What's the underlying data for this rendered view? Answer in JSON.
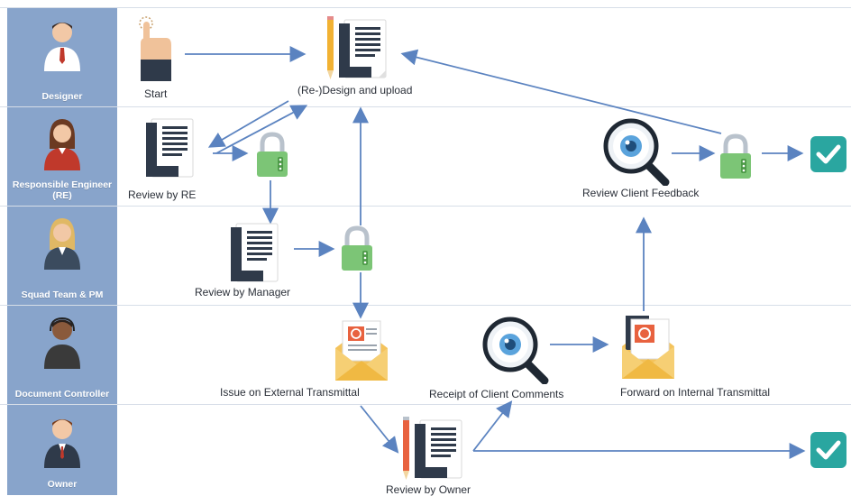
{
  "lanes": [
    {
      "title": "Designer",
      "avatar_icon": "male-tie-avatar-icon"
    },
    {
      "title": "Responsible Engineer (RE)",
      "avatar_icon": "female-avatar-icon"
    },
    {
      "title": "Squad Team & PM",
      "avatar_icon": "female-blonde-avatar-icon"
    },
    {
      "title": "Document Controller",
      "avatar_icon": "male-headset-avatar-icon"
    },
    {
      "title": "Owner",
      "avatar_icon": "male-suit-avatar-icon"
    }
  ],
  "steps": {
    "start": "Start",
    "redesign": "(Re-)Design and upload",
    "review_re": "Review by RE",
    "review_client_feedback": "Review Client Feedback",
    "review_manager": "Review by Manager",
    "issue_external": "Issue on External Transmittal",
    "receipt_comments": "Receipt of Client Comments",
    "forward_internal": "Forward on Internal Transmittal",
    "review_owner": "Review by Owner"
  },
  "colors": {
    "lane_header": "#88a4cb",
    "arrow": "#5b83c0",
    "lock": "#7cc576",
    "check": "#2aa6a0",
    "envelope": "#f4c35c"
  }
}
